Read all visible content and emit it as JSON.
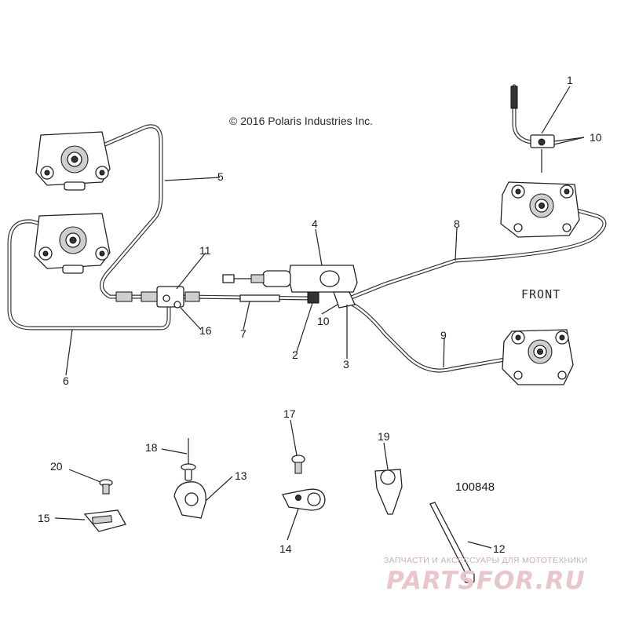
{
  "copyright": "© 2016 Polaris Industries Inc.",
  "front_label": "FRONT",
  "document_number": "100848",
  "watermark": {
    "line1": "ЗАПЧАСТИ И АКСЕССУАРЫ ДЛЯ МОТОТЕХНИКИ",
    "logo_text": "PARTSFOR.RU"
  },
  "callouts": [
    "1",
    "10",
    "5",
    "8",
    "4",
    "11",
    "16",
    "7",
    "10",
    "2",
    "3",
    "9",
    "6",
    "17",
    "18",
    "13",
    "19",
    "20",
    "15",
    "14",
    "12"
  ],
  "colors": {
    "line": "#222222",
    "watermark": "#e9c6c9"
  }
}
